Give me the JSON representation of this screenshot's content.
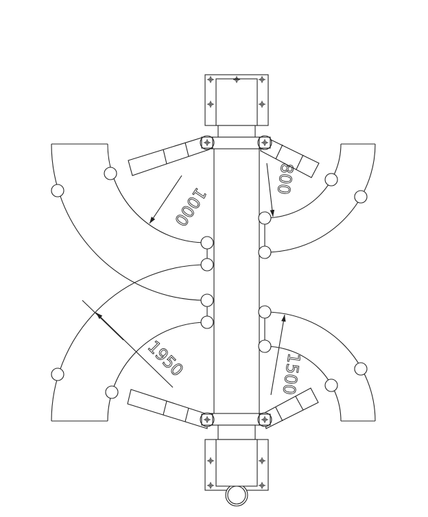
{
  "drawing": {
    "title": "Two-post lift arm plan view",
    "dimensions": {
      "top_left": "1000",
      "top_right": "800",
      "bottom_left": "1950",
      "bottom_right": "1500"
    },
    "line_color": "#222222",
    "background": "#ffffff"
  }
}
